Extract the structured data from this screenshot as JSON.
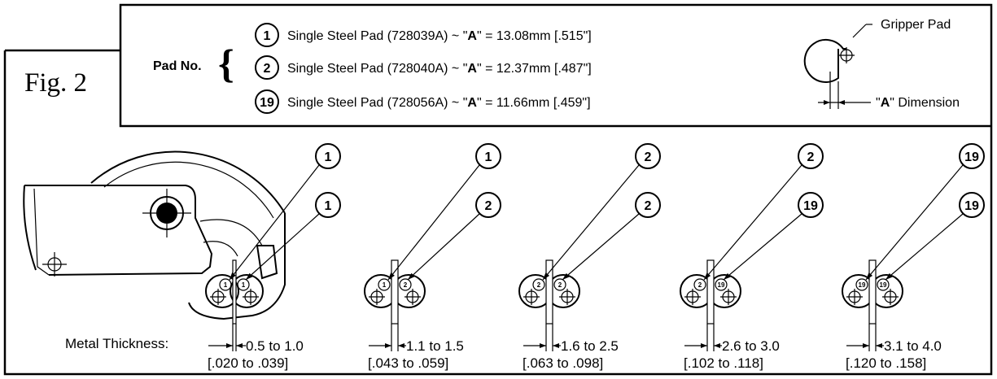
{
  "figure": {
    "label": "Fig. 2"
  },
  "legend": {
    "pad_no_label": "Pad No.",
    "pads": [
      {
        "num": "1",
        "prefix": "Single Steel Pad (728039A) ~ \"",
        "a": "A",
        "suffix": "\" = 13.08mm [.515\"]"
      },
      {
        "num": "2",
        "prefix": "Single Steel Pad (728040A) ~ \"",
        "a": "A",
        "suffix": "\" = 12.37mm [.487\"]"
      },
      {
        "num": "19",
        "prefix": "Single Steel Pad (728056A) ~ \"",
        "a": "A",
        "suffix": "\" = 11.66mm [.459\"]"
      }
    ],
    "gripper_pad_label": "Gripper Pad",
    "dim_a_prefix": "\"",
    "dim_a_letter": "A",
    "dim_a_suffix": "\" Dimension"
  },
  "metal_thickness_label": "Metal Thickness:",
  "configs": [
    {
      "top": "1",
      "bottom": "1",
      "left_pad": "1",
      "right_pad": "1",
      "range_mm": "0.5 to 1.0",
      "range_in": "[.020 to .039]"
    },
    {
      "top": "1",
      "bottom": "2",
      "left_pad": "1",
      "right_pad": "2",
      "range_mm": "1.1 to 1.5",
      "range_in": "[.043 to .059]"
    },
    {
      "top": "2",
      "bottom": "2",
      "left_pad": "2",
      "right_pad": "2",
      "range_mm": "1.6 to 2.5",
      "range_in": "[.063 to .098]"
    },
    {
      "top": "2",
      "bottom": "19",
      "left_pad": "2",
      "right_pad": "19",
      "range_mm": "2.6 to 3.0",
      "range_in": "[.102 to .118]"
    },
    {
      "top": "19",
      "bottom": "19",
      "left_pad": "19",
      "right_pad": "19",
      "range_mm": "3.1 to 4.0",
      "range_in": "[.120 to .158]"
    }
  ]
}
